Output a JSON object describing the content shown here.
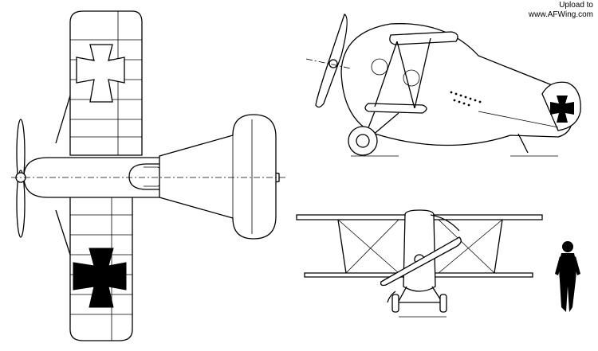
{
  "credit": {
    "line1": "Upload to",
    "line2": "www.AFWing.com"
  },
  "colors": {
    "ink": "#000000",
    "paper": "#ffffff"
  },
  "views": [
    "top-view",
    "side-view",
    "front-view",
    "pilot-figure"
  ]
}
